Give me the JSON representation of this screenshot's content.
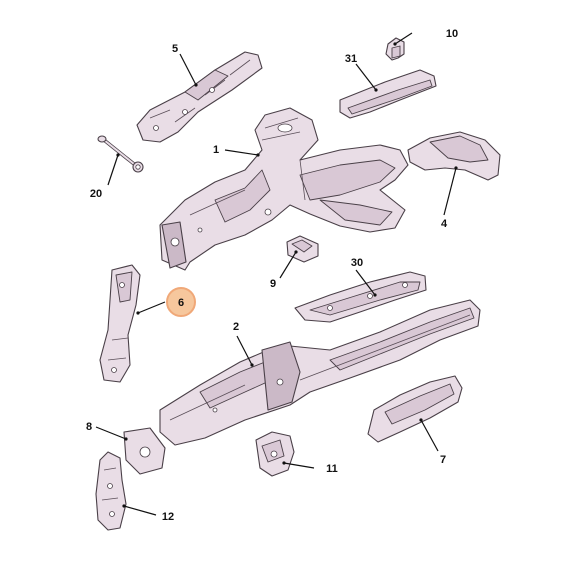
{
  "callouts": {
    "c1": "1",
    "c2": "2",
    "c4": "4",
    "c5": "5",
    "c6": "6",
    "c7": "7",
    "c8": "8",
    "c9": "9",
    "c10": "10",
    "c11": "11",
    "c12": "12",
    "c20": "20",
    "c30": "30",
    "c31": "31"
  },
  "highlight": {
    "label": "6",
    "color": "#f6c79d"
  }
}
